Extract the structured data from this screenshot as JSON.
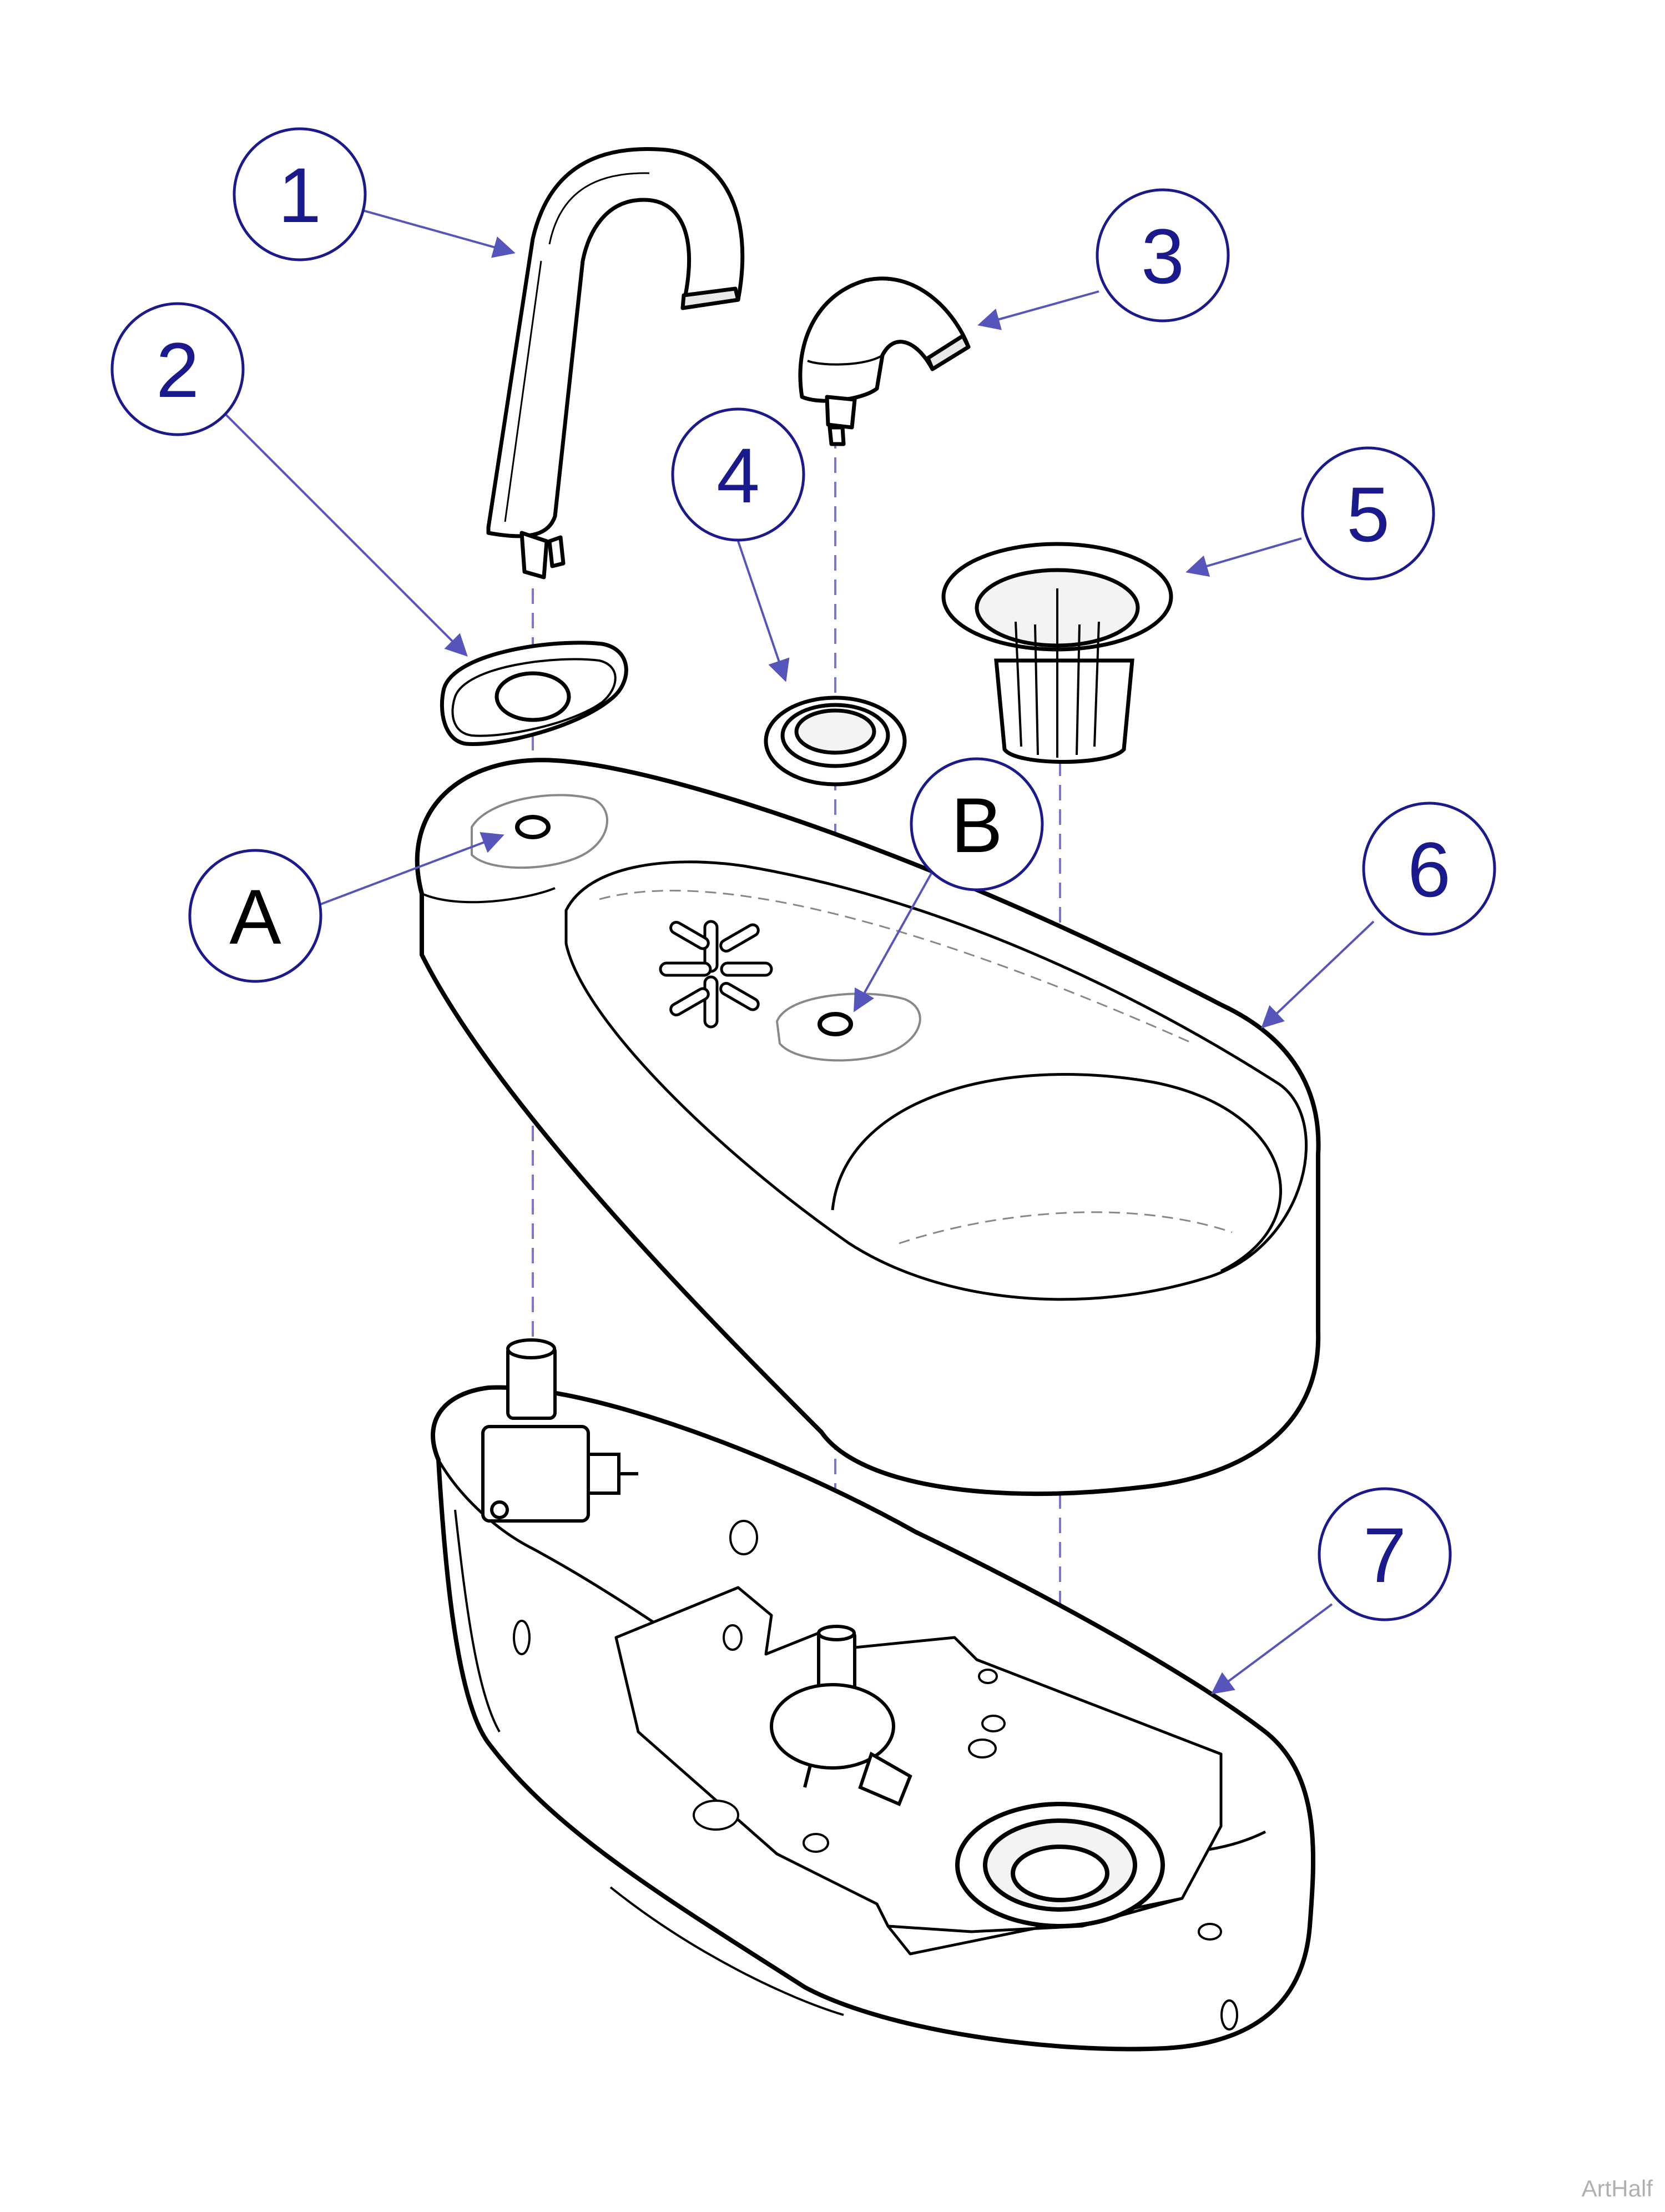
{
  "colors": {
    "callout_blue": "#1a1a8c",
    "leader_blue": "#5555bb",
    "line": "#000000",
    "hidden": "#7777cc"
  },
  "callouts": [
    {
      "id": "1",
      "label": "1"
    },
    {
      "id": "2",
      "label": "2"
    },
    {
      "id": "3",
      "label": "3"
    },
    {
      "id": "4",
      "label": "4"
    },
    {
      "id": "5",
      "label": "5"
    },
    {
      "id": "6",
      "label": "6"
    },
    {
      "id": "7",
      "label": "7"
    },
    {
      "id": "A",
      "label": "A"
    },
    {
      "id": "B",
      "label": "B"
    }
  ],
  "credit": "ArtHalf"
}
